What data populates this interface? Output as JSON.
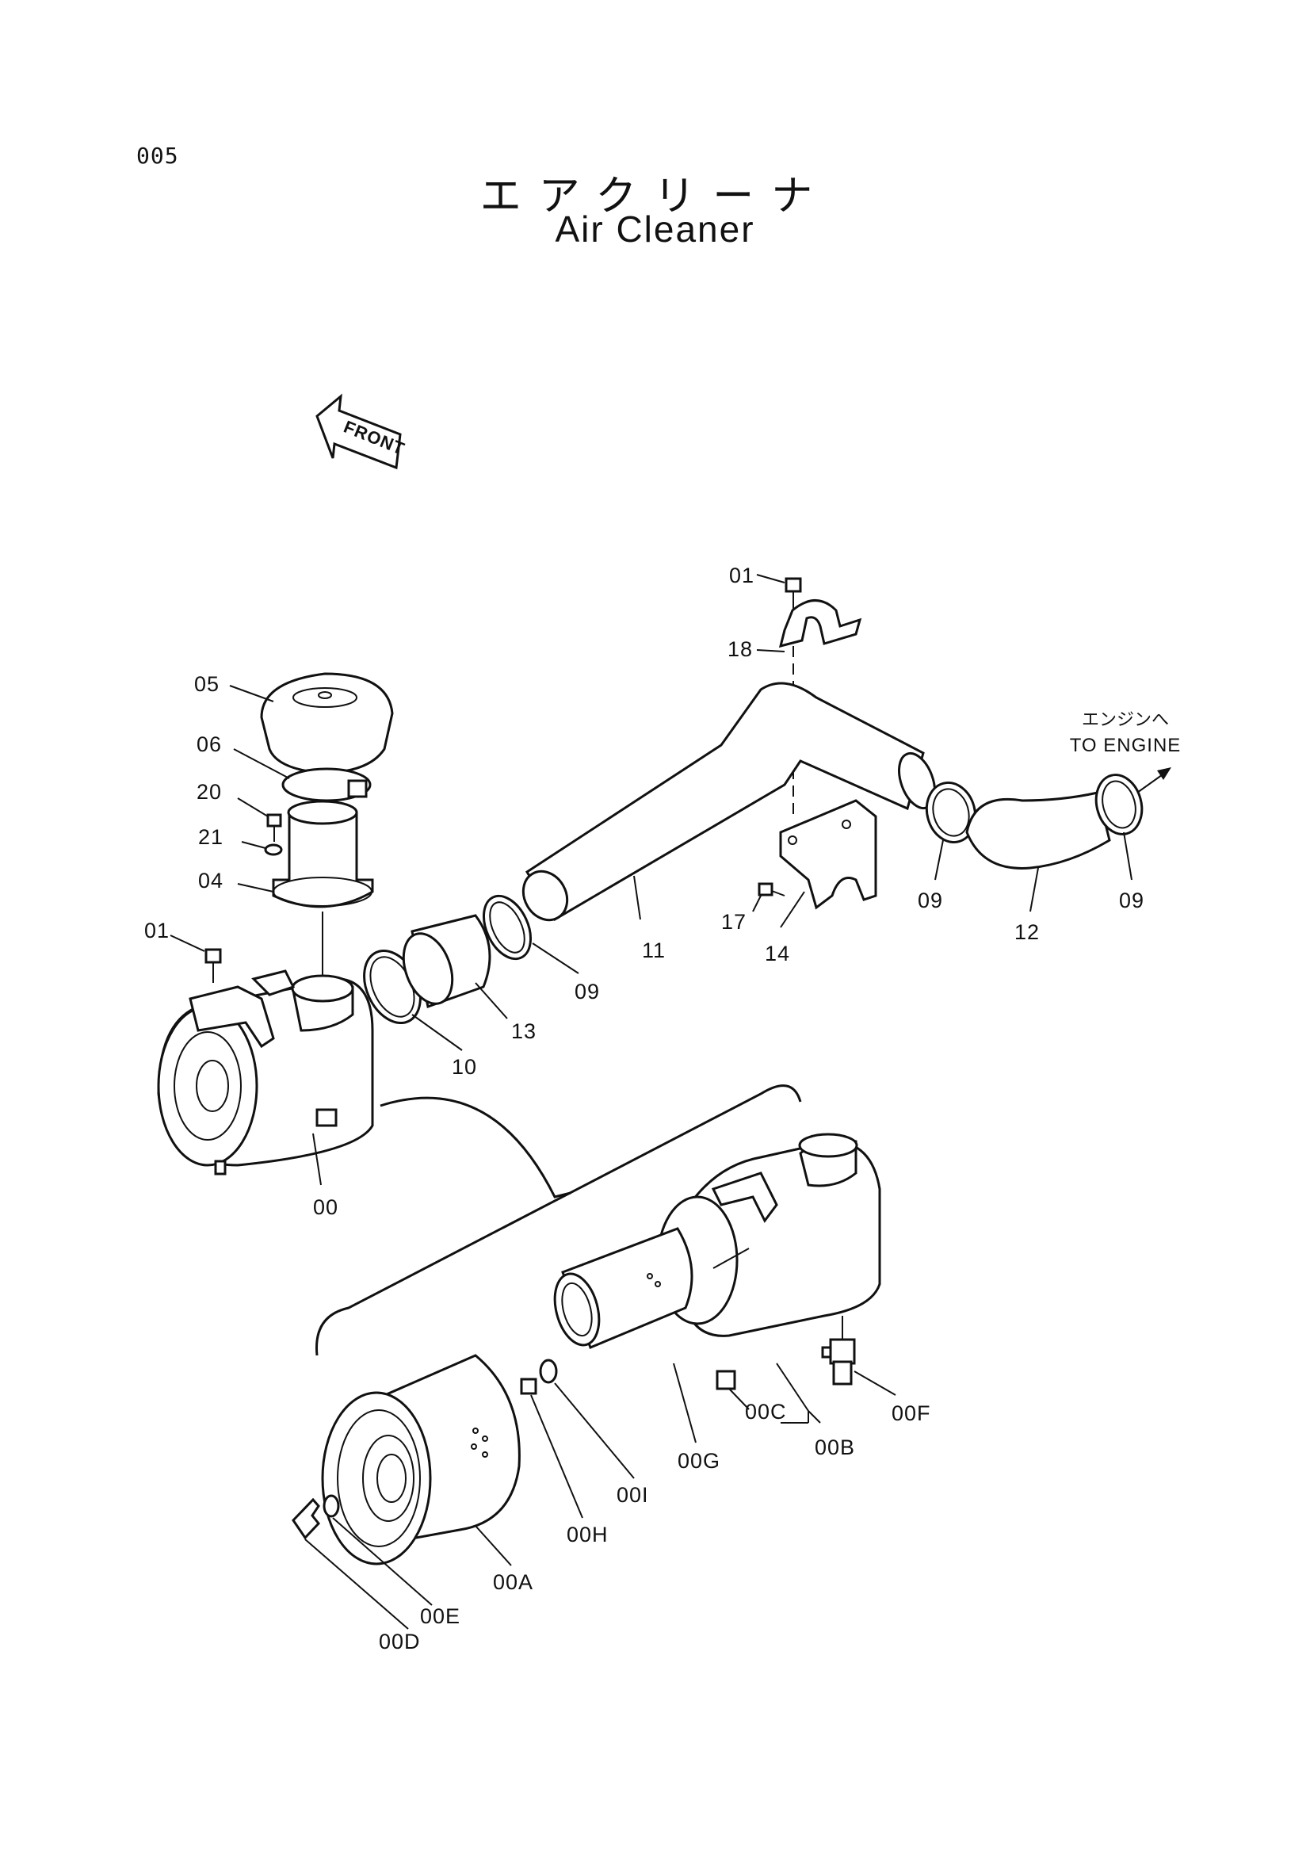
{
  "header": {
    "page_code": "005",
    "title_jp": "エアクリーナ",
    "title_en": "Air Cleaner"
  },
  "front_marker": "FRONT",
  "engine_note": {
    "jp": "エンジンへ",
    "en": "TO ENGINE"
  },
  "parts": [
    {
      "id": "01",
      "label": "01"
    },
    {
      "id": "18",
      "label": "18"
    },
    {
      "id": "05",
      "label": "05"
    },
    {
      "id": "06",
      "label": "06"
    },
    {
      "id": "20",
      "label": "20"
    },
    {
      "id": "21",
      "label": "21"
    },
    {
      "id": "04",
      "label": "04"
    },
    {
      "id": "01b",
      "label": "01"
    },
    {
      "id": "09a",
      "label": "09"
    },
    {
      "id": "12",
      "label": "12"
    },
    {
      "id": "09b",
      "label": "09"
    },
    {
      "id": "17",
      "label": "17"
    },
    {
      "id": "14",
      "label": "14"
    },
    {
      "id": "11",
      "label": "11"
    },
    {
      "id": "09c",
      "label": "09"
    },
    {
      "id": "13",
      "label": "13"
    },
    {
      "id": "10",
      "label": "10"
    },
    {
      "id": "00",
      "label": "00"
    },
    {
      "id": "00F",
      "label": "00F"
    },
    {
      "id": "00C",
      "label": "00C"
    },
    {
      "id": "00B",
      "label": "00B"
    },
    {
      "id": "00G",
      "label": "00G"
    },
    {
      "id": "00I",
      "label": "00I"
    },
    {
      "id": "00H",
      "label": "00H"
    },
    {
      "id": "00A",
      "label": "00A"
    },
    {
      "id": "00E",
      "label": "00E"
    },
    {
      "id": "00D",
      "label": "00D"
    }
  ]
}
